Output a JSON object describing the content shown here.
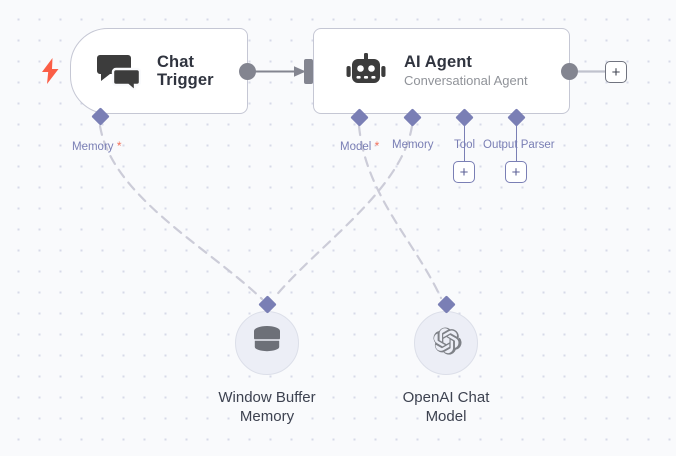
{
  "canvas": {
    "background_color": "#f9fafc",
    "dot_color": "#d7d9e8",
    "grid_spacing": 21
  },
  "colors": {
    "node_border": "#c5c7d4",
    "node_fill": "#ffffff",
    "port_gray": "#838590",
    "port_purple": "#7a7fb5",
    "required_star": "#f2705a",
    "trigger_bolt": "#fb5e46",
    "title_text": "#30343f",
    "subtitle_text": "#909399",
    "edge_dashed": "#ccccd8",
    "edge_solid": "#838590"
  },
  "nodes": [
    {
      "id": "chat-trigger",
      "name": "Chat Trigger",
      "title": "Chat",
      "title_line2": "Trigger",
      "subtitle": "",
      "icon": "chat-bubbles-icon",
      "shape": "trigger",
      "is_trigger": true
    },
    {
      "id": "ai-agent",
      "name": "AI Agent",
      "title": "AI Agent",
      "subtitle": "Conversational Agent",
      "icon": "robot-icon",
      "shape": "rounded-rect",
      "is_trigger": false
    }
  ],
  "subnodes": [
    {
      "id": "window-buffer-memory",
      "label_line1": "Window Buffer",
      "label_line2": "Memory",
      "icon": "database-icon"
    },
    {
      "id": "openai-chat-model",
      "label_line1": "OpenAI Chat",
      "label_line2": "Model",
      "icon": "openai-logo-icon"
    }
  ],
  "ports": {
    "chat_trigger": [
      {
        "label": "Memory",
        "required": true
      }
    ],
    "ai_agent": [
      {
        "label": "Model",
        "required": true
      },
      {
        "label": "Memory",
        "required": false
      },
      {
        "label": "Tool",
        "required": false
      },
      {
        "label": "Output Parser",
        "required": false
      }
    ]
  },
  "buttons": {
    "add_node_main": "+",
    "add_tool": "+",
    "add_output_parser": "+"
  }
}
